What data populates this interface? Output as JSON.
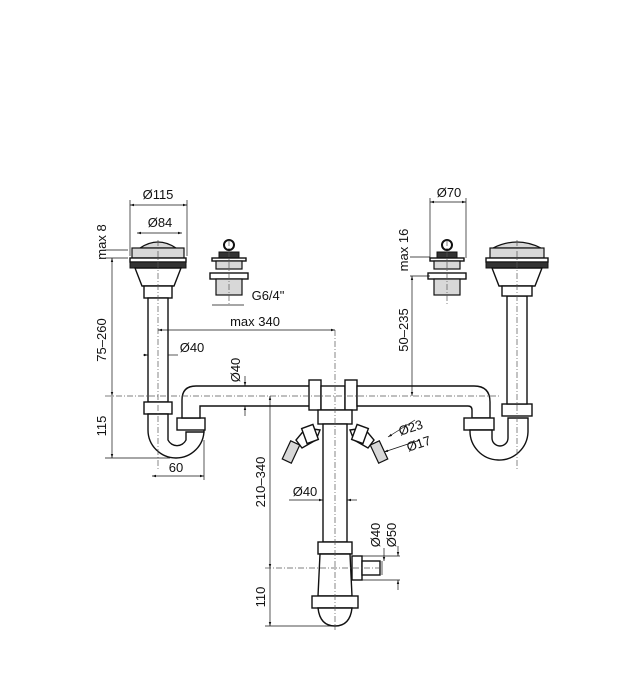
{
  "dimensions": {
    "left_strainer_outer": "Ø115",
    "left_strainer_inner": "Ø84",
    "left_flange_thickness": "max 8",
    "left_height_range": "75–260",
    "left_pipe_diameter": "Ø40",
    "trap_height": "115",
    "trap_offset": "60",
    "plug_thread": "G6/4\"",
    "max_distance": "max 340",
    "horizontal_pipe_diameter": "Ø40",
    "right_plug_diameter": "Ø70",
    "right_flange_thickness": "max 16",
    "right_height_range": "50–235",
    "hose_outer": "Ø23",
    "hose_inner": "Ø17",
    "vertical_range": "210–340",
    "vertical_pipe_diameter": "Ø40",
    "bottle_trap_height": "110",
    "outlet_inner": "Ø40",
    "outlet_outer": "Ø50"
  }
}
